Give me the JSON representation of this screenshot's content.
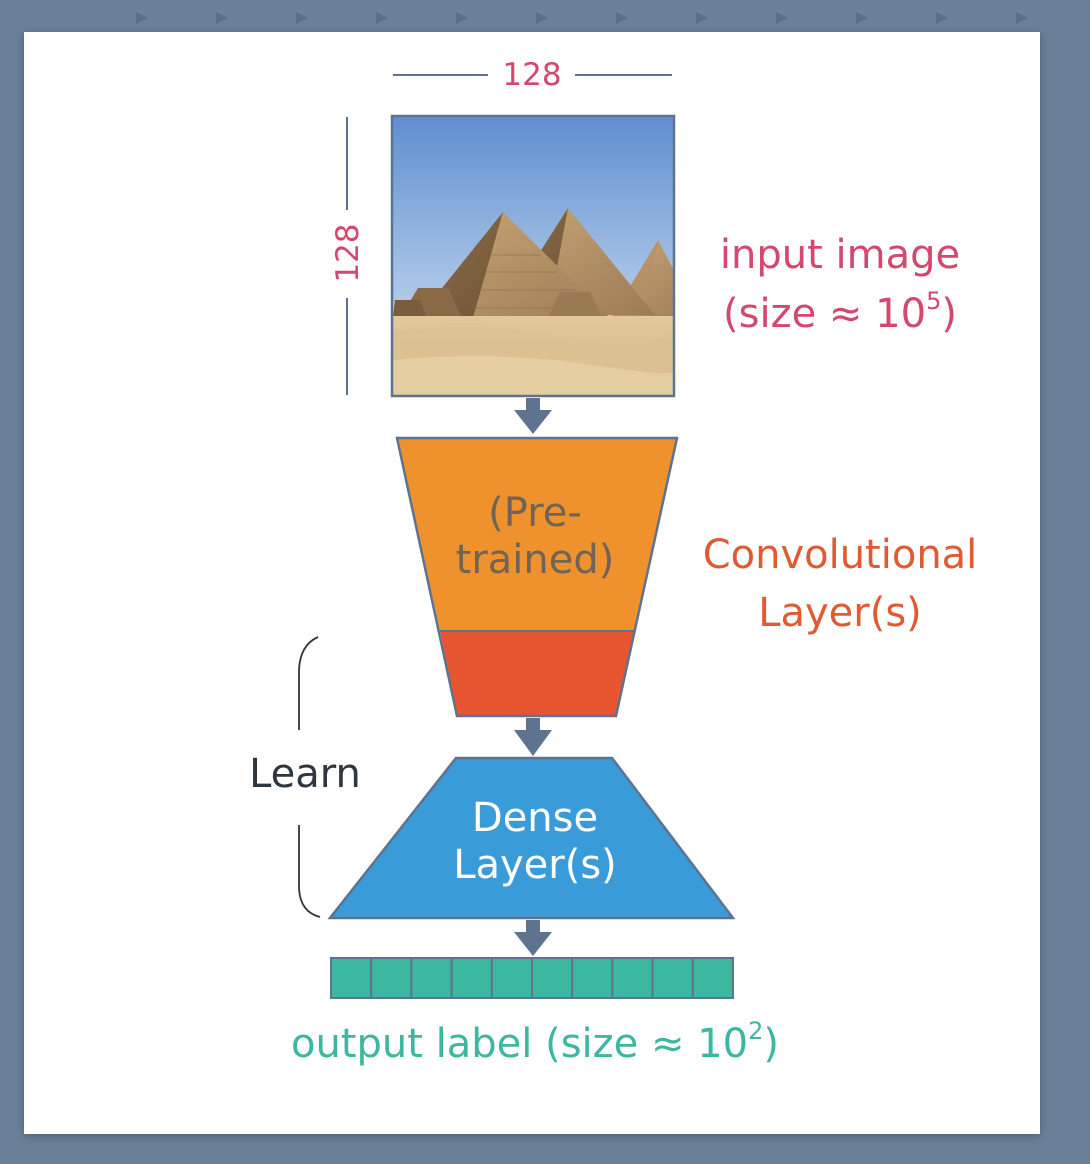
{
  "dimensions": {
    "width_value": "128",
    "height_value": "128"
  },
  "input_label": {
    "line1": "input image",
    "line2_prefix": "(size ≈ 10",
    "line2_exp": "5",
    "line2_suffix": ")"
  },
  "conv_block": {
    "line1": "(Pre-",
    "line2": "trained)"
  },
  "conv_label": {
    "line1": "Convolutional",
    "line2": "Layer(s)"
  },
  "learn_label": "Learn",
  "dense_block": {
    "line1": "Dense",
    "line2": "Layer(s)"
  },
  "output_label": {
    "prefix": "output label (size ≈ 10",
    "exp": "2",
    "suffix": ")"
  },
  "output_vector_cells": 10,
  "colors": {
    "background": "#6a7f99",
    "card": "#ffffff",
    "pink": "#d4476e",
    "conv_orange": "#ef922e",
    "conv_red": "#e6552f",
    "dense_blue": "#3a9bd9",
    "teal": "#3cb7a0",
    "arrow": "#5d7390",
    "outline": "#5d7390"
  },
  "icons": {
    "input_image": "pyramids-photo",
    "flow_arrow": "arrow-down-icon",
    "learn_bracket": "curly-bracket"
  }
}
